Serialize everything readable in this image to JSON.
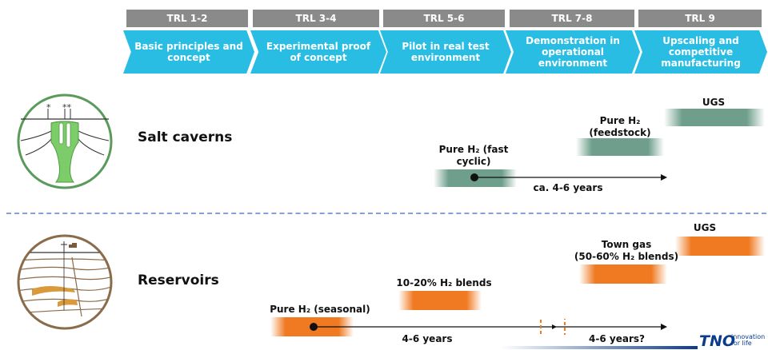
{
  "trl_levels": [
    {
      "label": "TRL 1-2",
      "stage": "Basic principles and concept"
    },
    {
      "label": "TRL 3-4",
      "stage": "Experimental proof of concept"
    },
    {
      "label": "TRL 5-6",
      "stage": "Pilot in real test environment"
    },
    {
      "label": "TRL 7-8",
      "stage": "Demonstration in operational environment"
    },
    {
      "label": "TRL 9",
      "stage": "Upscaling and competitive manufacturing"
    }
  ],
  "salt": {
    "title": "Salt caverns",
    "ugs": "UGS",
    "feedstock": "Pure H₂ (feedstock)",
    "fast_cyclic": "Pure H₂ (fast cyclic)",
    "timeline": "ca. 4-6 years"
  },
  "reservoirs": {
    "title": "Reservoirs",
    "ugs": "UGS",
    "town_gas_line1": "Town gas",
    "town_gas_line2": "(50-60% H₂ blends)",
    "blends": "10-20% H₂ blends",
    "seasonal": "Pure H₂ (seasonal)",
    "timeline1": "4-6 years",
    "timeline2": "4-6 years?"
  },
  "logo": {
    "name": "TNO",
    "tagline_line1": "innovation",
    "tagline_line2": "for life"
  },
  "colors": {
    "trl_header": "#8a8a8a",
    "chevron": "#29bde4",
    "salt_bar": "#6f9f8c",
    "reservoir_bar": "#f07a22",
    "divider": "#8a9ed6",
    "logo_blue": "#0b3b8c"
  }
}
